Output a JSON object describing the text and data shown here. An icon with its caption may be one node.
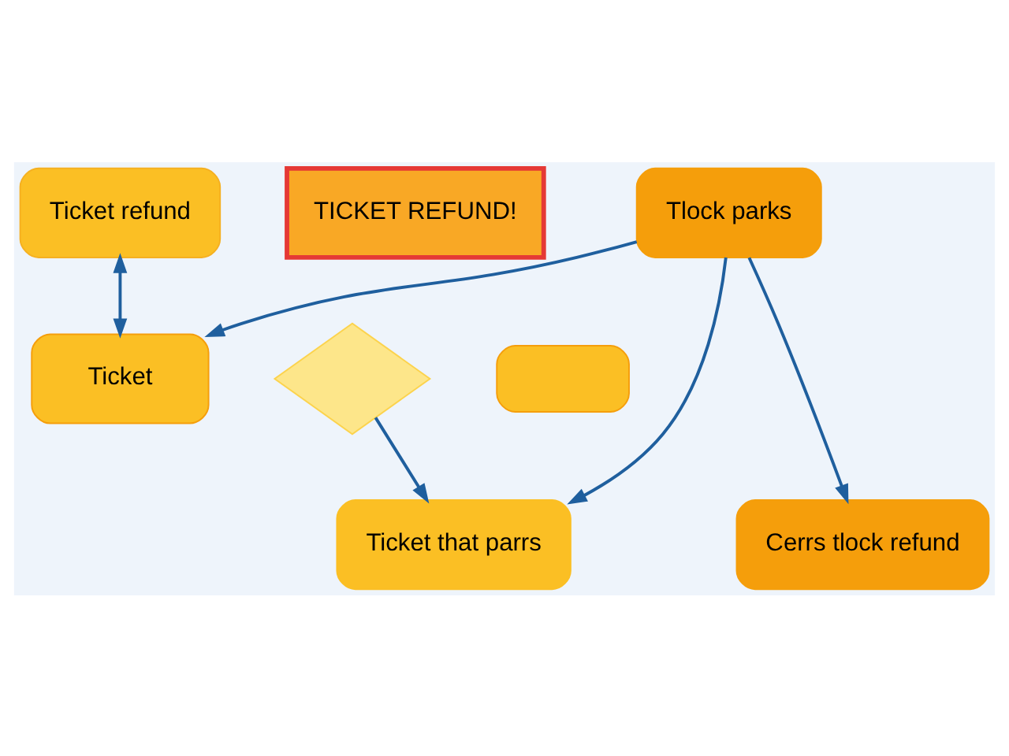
{
  "diagram": {
    "nodes": [
      {
        "text": [
          "Ticket refund"
        ]
      },
      {
        "text": [
          "TICKET REFUND!"
        ]
      },
      {
        "text": [],
        "shape": "diamond"
      },
      {
        "text": [
          "Ticket"
        ]
      },
      {
        "text": [],
        "shape": "box"
      },
      {
        "text": [
          "Tlock parks"
        ]
      },
      {
        "text": [
          "Ticket that parrs"
        ]
      },
      {
        "text": [
          "Cerrs tlock refund"
        ]
      }
    ],
    "edges": [
      {
        "from": 0,
        "to": 3,
        "arrow": "both"
      },
      {
        "from": 2,
        "to": 6,
        "arrow": "to"
      },
      {
        "from": 5,
        "to": 3,
        "arrow": "to"
      },
      {
        "from": 5,
        "to": 6,
        "arrow": "to"
      },
      {
        "from": 5,
        "to": 7,
        "arrow": "to"
      }
    ]
  }
}
